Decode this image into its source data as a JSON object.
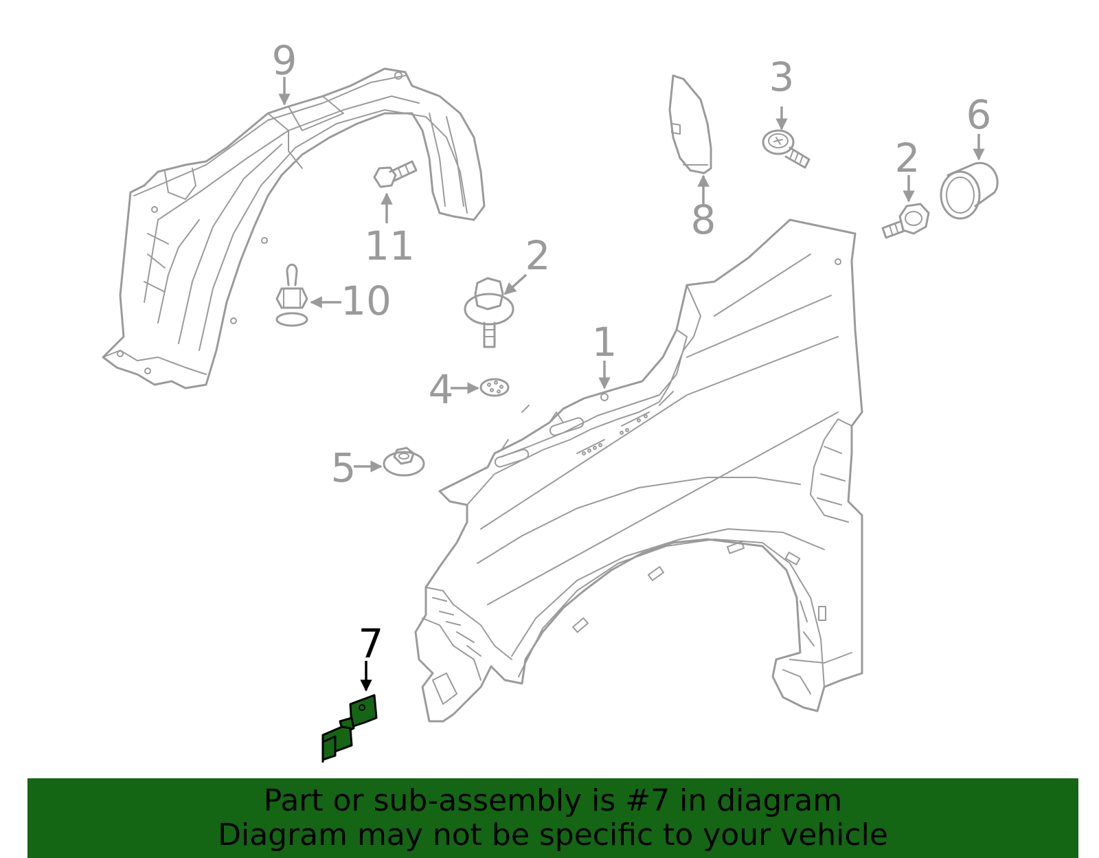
{
  "colors": {
    "line": "#9a9a9a",
    "highlight_fill": "#146614",
    "highlight_text": "#000000",
    "banner_bg": "#146614",
    "banner_text": "#000000"
  },
  "callouts": {
    "c1": "1",
    "c2a": "2",
    "c2b": "2",
    "c3": "3",
    "c4": "4",
    "c5": "5",
    "c6": "6",
    "c7": "7",
    "c8": "8",
    "c9": "9",
    "c10": "10",
    "c11": "11"
  },
  "highlighted_part": "7",
  "banner": {
    "line1": "Part or sub-assembly is #7 in diagram",
    "line2": "Diagram may not be specific to your vehicle"
  }
}
